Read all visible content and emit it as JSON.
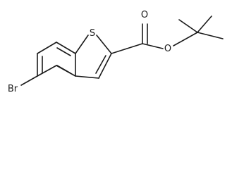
{
  "atoms": {
    "sulfur": "S",
    "carbonyl_oxygen": "O",
    "ester_oxygen": "O",
    "bromine": "Br"
  }
}
